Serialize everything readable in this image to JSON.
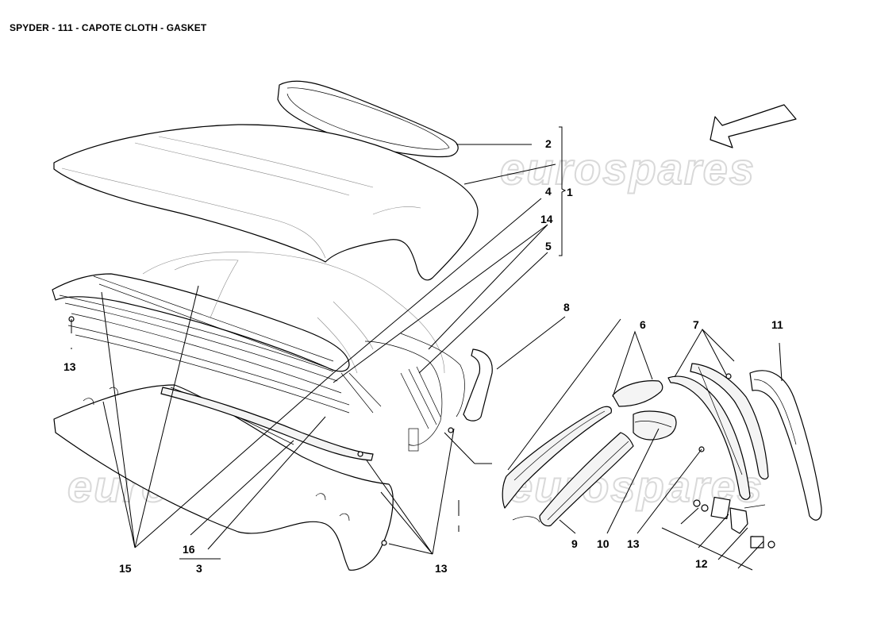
{
  "header": {
    "title": "SPYDER - 111 - CAPOTE CLOTH - GASKET"
  },
  "watermark": {
    "text": "eurospares"
  },
  "callouts": {
    "c1": "1",
    "c2": "2",
    "c3": "3",
    "c4": "4",
    "c5": "5",
    "c6": "6",
    "c7": "7",
    "c8": "8",
    "c9": "9",
    "c10": "10",
    "c11": "11",
    "c12": "12",
    "c13a": "13",
    "c13b": "13",
    "c13c": "13",
    "c14": "14",
    "c15": "15",
    "c16": "16"
  },
  "colors": {
    "line": "#000000",
    "watermark": "#d9d9d9",
    "background": "#ffffff"
  }
}
